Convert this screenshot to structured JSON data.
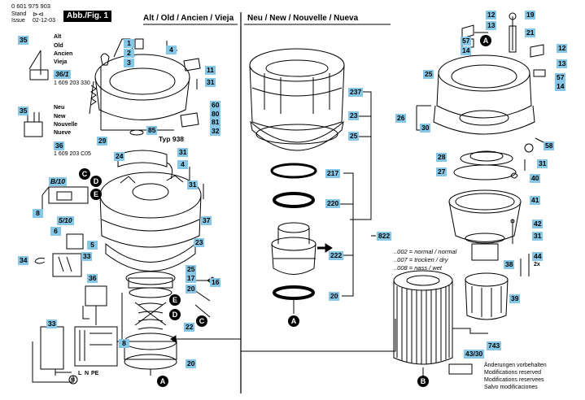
{
  "header": {
    "doc_number": "0 601 975 903",
    "stand_label": "Stand",
    "issue_label": "Issue",
    "date": "02-12-03",
    "figure_label": "Abb./Fig. 1",
    "old_header": "Alt / Old / Ancien / Vieja",
    "new_header": "Neu / New / Nouvelle / Nueva"
  },
  "old_variant": {
    "words": [
      "Alt",
      "Old",
      "Ancien",
      "Vieja"
    ],
    "part": "1 609 203 330",
    "ref": "36/1"
  },
  "new_variant": {
    "words": [
      "Neu",
      "New",
      "Nouvelle",
      "Nueve"
    ],
    "part": "1 609 203 C05",
    "ref": "36"
  },
  "type_label": "Typ 938",
  "callouts": {
    "c1": "1",
    "c2": "2",
    "c3": "3",
    "c4": "4",
    "c5": "5",
    "c6": "6",
    "c8": "8",
    "c8b": "8",
    "c11": "11",
    "c12a": "12",
    "c12b": "12",
    "c13a": "13",
    "c13b": "13",
    "c14a": "14",
    "c14b": "14",
    "c16": "16",
    "c17": "17",
    "c19": "19",
    "c20a": "20",
    "c20b": "20",
    "c20c": "20",
    "c21": "21",
    "c22": "22",
    "c23a": "23",
    "c23b": "23",
    "c24": "24",
    "c25a": "25",
    "c25b": "25",
    "c25c": "25",
    "c26": "26",
    "c27": "27",
    "c28": "28",
    "c29": "29",
    "c30": "30",
    "c31a": "31",
    "c31b": "31",
    "c31c": "31",
    "c31d": "31",
    "c31e": "31",
    "c32": "32",
    "c33a": "33",
    "c33b": "33",
    "c34": "34",
    "c35a": "35",
    "c35b": "35",
    "c36": "36",
    "c37": "37",
    "c38": "38",
    "c39": "39",
    "c40": "40",
    "c41": "41",
    "c42": "42",
    "c44": "44",
    "c57a": "57",
    "c57b": "57",
    "c58": "58",
    "c60": "60",
    "c80": "80",
    "c81": "81",
    "c85": "85",
    "c217": "217",
    "c220": "220",
    "c222": "222",
    "c237": "237",
    "c743": "743",
    "c822": "822",
    "c4330": "43/30",
    "c510": "5/10",
    "cb10": "B/10"
  },
  "markers": {
    "A": "A",
    "B": "B",
    "C": "C",
    "D": "D",
    "E": "E"
  },
  "filter_notes": [
    "..002 = normal / normal",
    "..007 = trocken / dry",
    "..008 = nass / wet"
  ],
  "qty_2x": "2x",
  "wiring": {
    "l": "L",
    "n": "N",
    "pe": "PE",
    "m": "M"
  },
  "footer_notes": [
    "Änderungen vorbehalten",
    "Modifications reserved",
    "Modifications reservees",
    "Salvo modificaciones"
  ]
}
